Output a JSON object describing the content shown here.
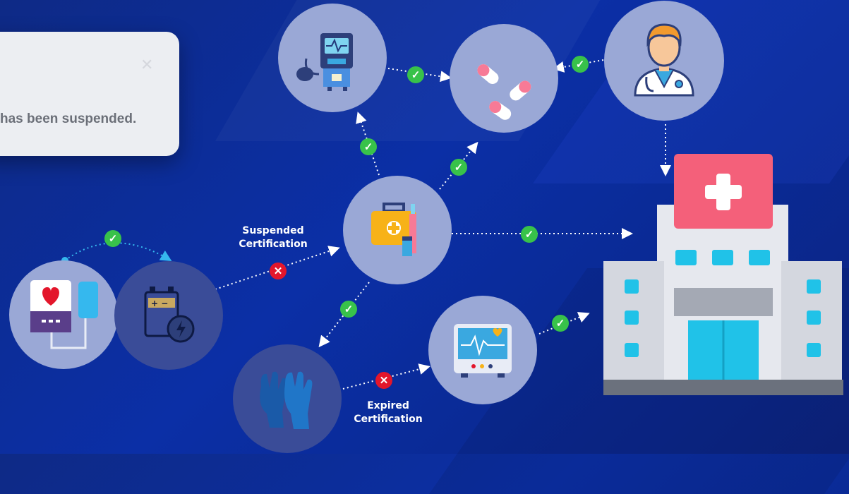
{
  "toast": {
    "close_icon": "close-icon",
    "message": "has been suspended."
  },
  "labels": {
    "suspended": [
      "Suspended",
      "Certification"
    ],
    "expired": [
      "Expired",
      "Certification"
    ]
  },
  "nodes": [
    {
      "id": "ventilator",
      "icon": "ventilator-icon"
    },
    {
      "id": "pills",
      "icon": "pills-icon"
    },
    {
      "id": "doctor",
      "icon": "doctor-icon"
    },
    {
      "id": "medkit",
      "icon": "medical-kit-icon"
    },
    {
      "id": "pulse-monitor",
      "icon": "pulse-monitor-icon"
    },
    {
      "id": "battery",
      "icon": "battery-icon"
    },
    {
      "id": "gloves",
      "icon": "gloves-icon"
    },
    {
      "id": "ecg-monitor",
      "icon": "ecg-monitor-icon"
    },
    {
      "id": "hospital",
      "icon": "hospital-icon"
    }
  ],
  "status": {
    "ok": "check",
    "fail": "cross"
  },
  "colors": {
    "background": "#0b2fa6",
    "node": "#9aa8d6",
    "ok": "#38c24a",
    "fail": "#e3162b",
    "hospital_sign": "#f4607a"
  }
}
